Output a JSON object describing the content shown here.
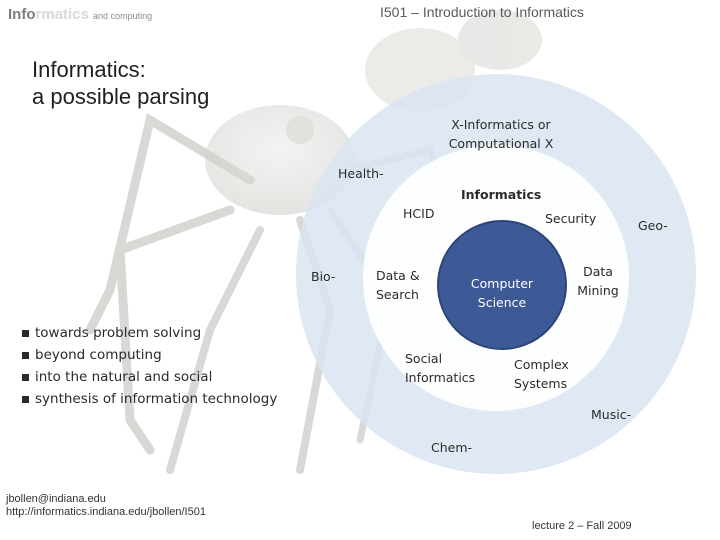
{
  "header": {
    "brand_strong": "Info",
    "brand_faded": "rmatics",
    "brand_suffix": "and computing",
    "course_title": "I501 – Introduction to Informatics"
  },
  "heading": {
    "line1": "Informatics:",
    "line2": "a possible parsing"
  },
  "bullets": [
    "towards problem solving",
    "beyond computing",
    "into the natural and social",
    "synthesis of information technology"
  ],
  "diagram": {
    "outer_label_line1": "X-Informatics or",
    "outer_label_line2": "Computational X",
    "health": "Health-",
    "bio": "Bio-",
    "geo": "Geo-",
    "music": "Music-",
    "chem": "Chem-",
    "middle_label": "Informatics",
    "hcid": "HCID",
    "security": "Security",
    "data_search_line1": "Data &",
    "data_search_line2": "Search",
    "data_mining_line1": "Data",
    "data_mining_line2": "Mining",
    "social_line1": "Social",
    "social_line2": "Informatics",
    "complex_line1": "Complex",
    "complex_line2": "Systems",
    "core_line1": "Computer",
    "core_line2": "Science",
    "colors": {
      "outer_ring": "#dbe5f1",
      "middle_ring": "#ffffff",
      "core": "#3d5a96",
      "core_border": "#2c4479"
    }
  },
  "footer": {
    "email": "jbollen@indiana.edu",
    "url": "http://informatics.indiana.edu/jbollen/I501",
    "lecture": "lecture 2 – Fall 2009"
  }
}
